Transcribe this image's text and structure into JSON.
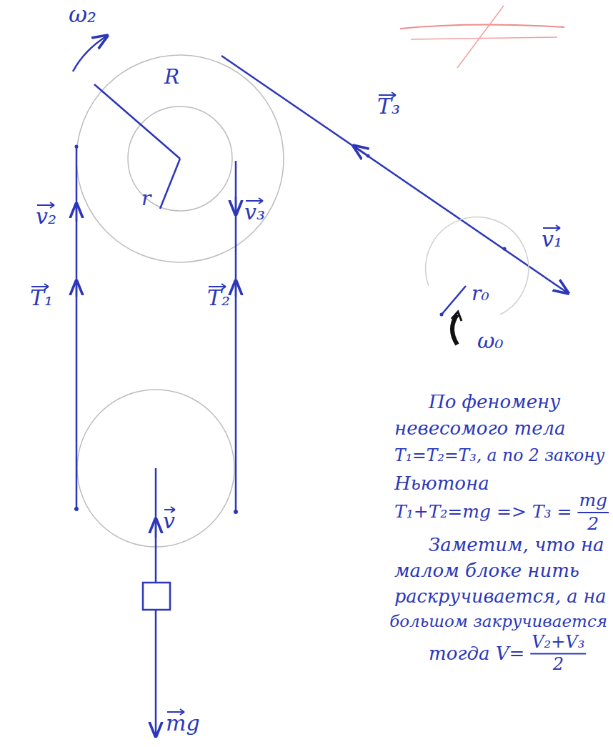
{
  "diagram": {
    "labels": [
      "ω₂",
      "R",
      "r",
      "T₃",
      "v₂",
      "v₃",
      "T₁",
      "T₂",
      "v₁",
      "ω₀",
      "r₀",
      "v",
      "mg",
      "По феномену",
      "невесомого тела",
      "T₁=T₂=T₃, а по 2 закону",
      "Ньютона",
      "T₁+T₂=mg => T₃ =",
      "mg",
      "2",
      "Заметим, что на",
      "малом блоке нить",
      "раскручивается, а на",
      "большом закручивается",
      "тогда V=",
      "V₂+V₃",
      "2"
    ]
  }
}
